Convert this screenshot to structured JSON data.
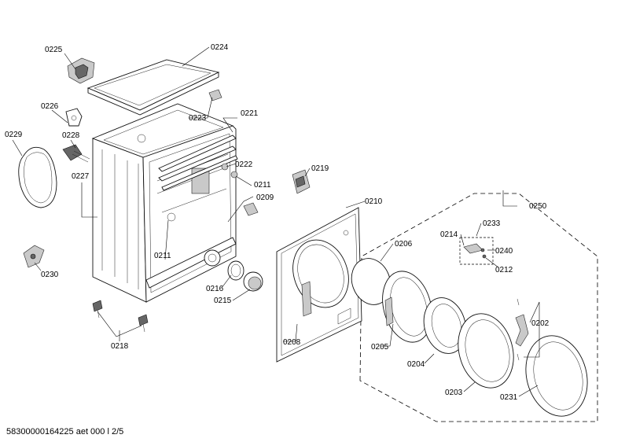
{
  "labels": {
    "l0224": "0224",
    "l0225": "0225",
    "l0226": "0226",
    "l0223": "0223",
    "l0221": "0221",
    "l0229": "0229",
    "l0228": "0228",
    "l0227": "0227",
    "l0222": "0222",
    "l0211a": "0211",
    "l0219": "0219",
    "l0209": "0209",
    "l0210": "0210",
    "l0250": "0250",
    "l0233": "0233",
    "l0214": "0214",
    "l0240": "0240",
    "l0212": "0212",
    "l0206": "0206",
    "l0211b": "0211",
    "l0230": "0230",
    "l0216": "0216",
    "l0215": "0215",
    "l0218": "0218",
    "l0208": "0208",
    "l0205": "0205",
    "l0204": "0204",
    "l0202": "0202",
    "l0203": "0203",
    "l0231": "0231"
  },
  "footer": "58300000164225 aet 000 l 2/5"
}
